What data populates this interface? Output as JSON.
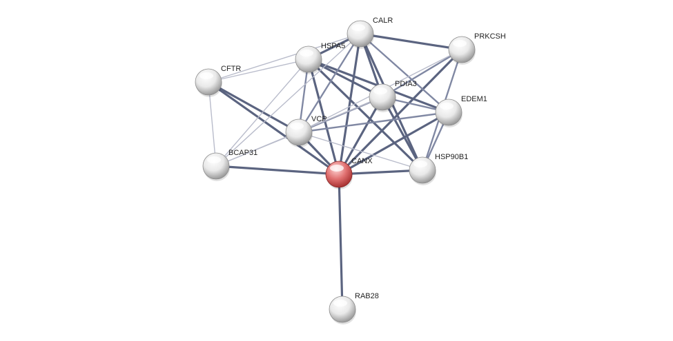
{
  "network": {
    "nodes": [
      {
        "id": "CALR",
        "label": "CALR",
        "color": "white"
      },
      {
        "id": "PRKCSH",
        "label": "PRKCSH",
        "color": "white"
      },
      {
        "id": "HSPA5",
        "label": "HSPA5",
        "color": "white"
      },
      {
        "id": "CFTR",
        "label": "CFTR",
        "color": "white"
      },
      {
        "id": "PDIA3",
        "label": "PDIA3",
        "color": "white"
      },
      {
        "id": "EDEM1",
        "label": "EDEM1",
        "color": "white"
      },
      {
        "id": "VCP",
        "label": "VCP",
        "color": "white"
      },
      {
        "id": "BCAP31",
        "label": "BCAP31",
        "color": "white"
      },
      {
        "id": "CANX",
        "label": "CANX",
        "color": "red"
      },
      {
        "id": "HSP90B1",
        "label": "HSP90B1",
        "color": "white"
      },
      {
        "id": "RAB28",
        "label": "RAB28",
        "color": "white"
      }
    ],
    "edges": [
      {
        "source": "CANX",
        "target": "RAB28",
        "strength": "strong"
      },
      {
        "source": "CANX",
        "target": "CALR",
        "strength": "strong"
      },
      {
        "source": "CANX",
        "target": "HSPA5",
        "strength": "strong"
      },
      {
        "source": "CANX",
        "target": "PDIA3",
        "strength": "strong"
      },
      {
        "source": "CANX",
        "target": "VCP",
        "strength": "strong"
      },
      {
        "source": "CANX",
        "target": "CFTR",
        "strength": "strong"
      },
      {
        "source": "CANX",
        "target": "BCAP31",
        "strength": "strong"
      },
      {
        "source": "CANX",
        "target": "HSP90B1",
        "strength": "strong"
      },
      {
        "source": "CANX",
        "target": "EDEM1",
        "strength": "strong"
      },
      {
        "source": "CANX",
        "target": "PRKCSH",
        "strength": "strong"
      },
      {
        "source": "CALR",
        "target": "PDIA3",
        "strength": "strong"
      },
      {
        "source": "CALR",
        "target": "HSP90B1",
        "strength": "strong"
      },
      {
        "source": "CALR",
        "target": "HSPA5",
        "strength": "strong"
      },
      {
        "source": "CALR",
        "target": "PRKCSH",
        "strength": "strong"
      },
      {
        "source": "HSPA5",
        "target": "PDIA3",
        "strength": "strong"
      },
      {
        "source": "HSPA5",
        "target": "HSP90B1",
        "strength": "strong"
      },
      {
        "source": "HSPA5",
        "target": "EDEM1",
        "strength": "strong"
      },
      {
        "source": "PDIA3",
        "target": "HSP90B1",
        "strength": "strong"
      },
      {
        "source": "CFTR",
        "target": "VCP",
        "strength": "strong"
      },
      {
        "source": "HSPA5",
        "target": "VCP",
        "strength": "medium"
      },
      {
        "source": "CALR",
        "target": "VCP",
        "strength": "medium"
      },
      {
        "source": "CALR",
        "target": "EDEM1",
        "strength": "medium"
      },
      {
        "source": "PRKCSH",
        "target": "PDIA3",
        "strength": "medium"
      },
      {
        "source": "PRKCSH",
        "target": "HSP90B1",
        "strength": "medium"
      },
      {
        "source": "PDIA3",
        "target": "EDEM1",
        "strength": "medium"
      },
      {
        "source": "EDEM1",
        "target": "HSP90B1",
        "strength": "medium"
      },
      {
        "source": "VCP",
        "target": "EDEM1",
        "strength": "medium"
      },
      {
        "source": "VCP",
        "target": "PDIA3",
        "strength": "medium"
      },
      {
        "source": "HSPA5",
        "target": "CFTR",
        "strength": "light"
      },
      {
        "source": "CALR",
        "target": "CFTR",
        "strength": "light"
      },
      {
        "source": "CFTR",
        "target": "BCAP31",
        "strength": "light"
      },
      {
        "source": "BCAP31",
        "target": "VCP",
        "strength": "light"
      },
      {
        "source": "BCAP31",
        "target": "HSPA5",
        "strength": "light"
      },
      {
        "source": "BCAP31",
        "target": "CALR",
        "strength": "light"
      },
      {
        "source": "VCP",
        "target": "PRKCSH",
        "strength": "light"
      },
      {
        "source": "PDIA3",
        "target": "BCAP31",
        "strength": "light"
      },
      {
        "source": "HSP90B1",
        "target": "VCP",
        "strength": "light"
      }
    ],
    "colors": {
      "edge_strong": "#5b6480",
      "edge_medium": "#8088a3",
      "edge_light": "#b9bccb",
      "node_white_light": "#ffffff",
      "node_white_mid": "#e9e9e9",
      "node_white_dark": "#9a9a9a",
      "node_red_light": "#ffd6d6",
      "node_red_mid": "#e07070",
      "node_red_dark": "#a83232"
    }
  }
}
